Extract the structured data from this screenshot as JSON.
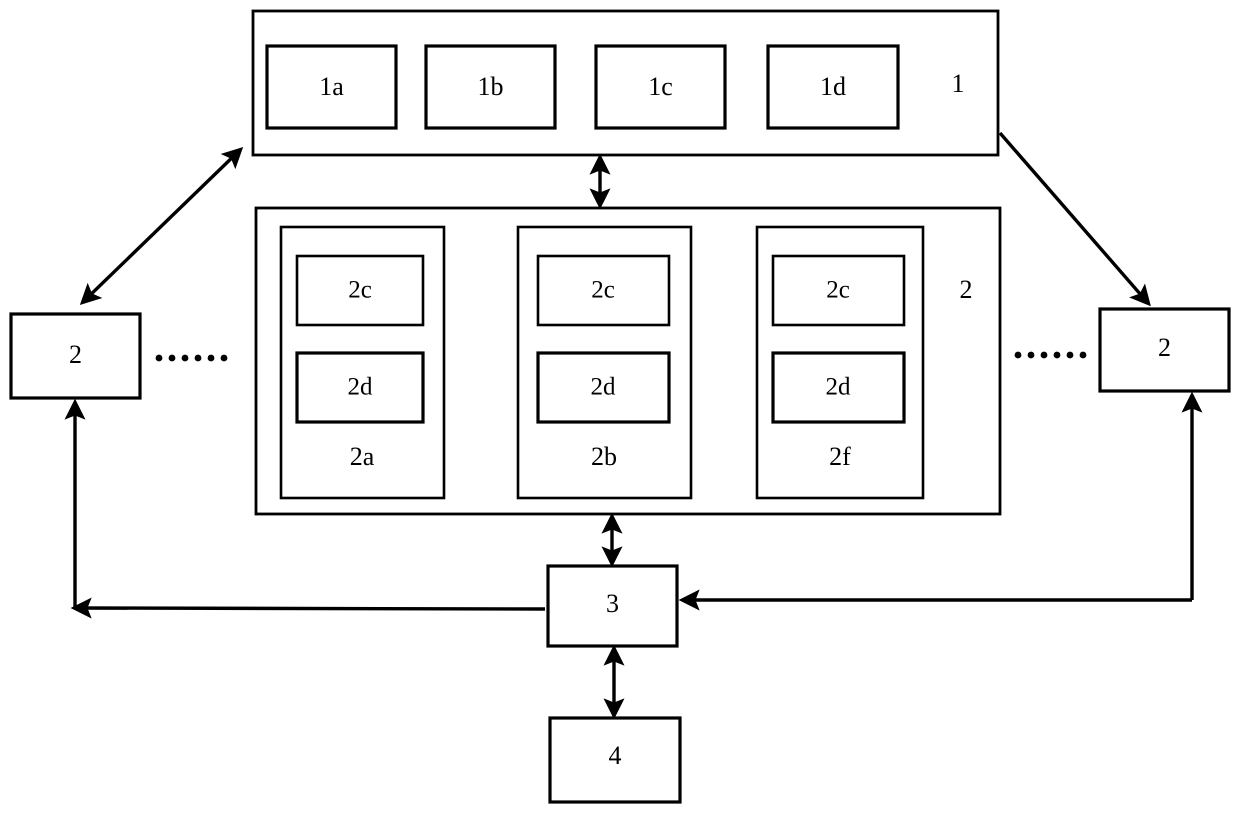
{
  "diagram": {
    "type": "block-diagram",
    "background_color": "#ffffff",
    "line_color": "#000000",
    "nodes": {
      "block1": {
        "label": "1",
        "children": [
          {
            "label": "1a"
          },
          {
            "label": "1b"
          },
          {
            "label": "1c"
          },
          {
            "label": "1d"
          }
        ]
      },
      "block2_center": {
        "label": "2",
        "groups": [
          {
            "label": "2a",
            "children": [
              {
                "label": "2c"
              },
              {
                "label": "2d"
              }
            ]
          },
          {
            "label": "2b",
            "children": [
              {
                "label": "2c"
              },
              {
                "label": "2d"
              }
            ]
          },
          {
            "label": "2f",
            "children": [
              {
                "label": "2c"
              },
              {
                "label": "2d"
              }
            ]
          }
        ]
      },
      "block2_left": {
        "label": "2"
      },
      "block2_right": {
        "label": "2"
      },
      "block3": {
        "label": "3"
      },
      "block4": {
        "label": "4"
      }
    },
    "ellipsis": {
      "left": "......",
      "right": "......",
      "dot_count": 6
    },
    "connections": [
      {
        "from": "block1",
        "to": "block2_left",
        "arrow": "double",
        "style": "diagonal"
      },
      {
        "from": "block1",
        "to": "block2_right",
        "arrow": "single",
        "style": "diagonal"
      },
      {
        "from": "block1",
        "to": "block2_center",
        "arrow": "double",
        "style": "vertical"
      },
      {
        "from": "block2_center",
        "to": "block3",
        "arrow": "double",
        "style": "vertical"
      },
      {
        "from": "block3",
        "to": "block4",
        "arrow": "double",
        "style": "vertical"
      },
      {
        "from": "block2_left",
        "to": "block3",
        "arrow": "single",
        "style": "orthogonal"
      },
      {
        "from": "block2_right",
        "to": "block3",
        "arrow": "single",
        "style": "orthogonal"
      }
    ]
  }
}
